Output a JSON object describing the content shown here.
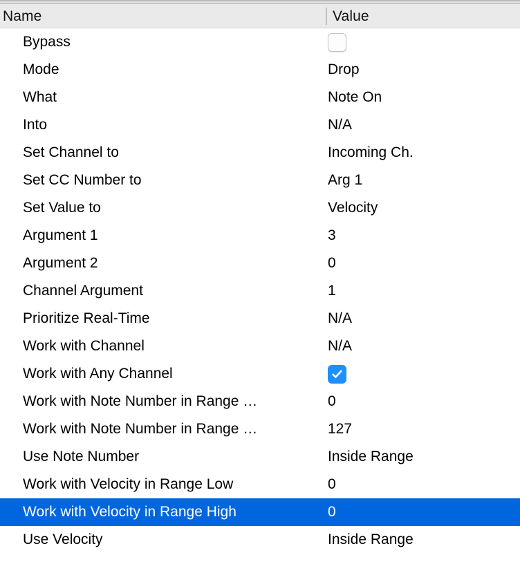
{
  "header": {
    "name_label": "Name",
    "value_label": "Value"
  },
  "colors": {
    "selection_blue": "#0066DE",
    "checkbox_blue": "#1E8FFF",
    "header_background": "#EAEAEA",
    "row_background": "#FFFFFF",
    "text": "#000000",
    "selected_text": "#FFFFFF"
  },
  "rows": [
    {
      "name": "Bypass",
      "value": "",
      "type": "checkbox",
      "checked": false,
      "selected": false
    },
    {
      "name": "Mode",
      "value": "Drop",
      "type": "text",
      "selected": false
    },
    {
      "name": "What",
      "value": "Note On",
      "type": "text",
      "selected": false
    },
    {
      "name": "Into",
      "value": "N/A",
      "type": "text",
      "selected": false
    },
    {
      "name": "Set Channel to",
      "value": "Incoming Ch.",
      "type": "text",
      "selected": false
    },
    {
      "name": "Set CC Number to",
      "value": "Arg 1",
      "type": "text",
      "selected": false
    },
    {
      "name": "Set Value to",
      "value": "Velocity",
      "type": "text",
      "selected": false
    },
    {
      "name": "Argument 1",
      "value": "3",
      "type": "text",
      "selected": false
    },
    {
      "name": "Argument 2",
      "value": "0",
      "type": "text",
      "selected": false
    },
    {
      "name": "Channel Argument",
      "value": "1",
      "type": "text",
      "selected": false
    },
    {
      "name": "Prioritize Real-Time",
      "value": "N/A",
      "type": "text",
      "selected": false
    },
    {
      "name": "Work with Channel",
      "value": "N/A",
      "type": "text",
      "selected": false
    },
    {
      "name": "Work with Any Channel",
      "value": "",
      "type": "checkbox",
      "checked": true,
      "selected": false
    },
    {
      "name": "Work with Note Number in Range …",
      "value": "0",
      "type": "text",
      "selected": false
    },
    {
      "name": "Work with Note Number in Range …",
      "value": "127",
      "type": "text",
      "selected": false
    },
    {
      "name": "Use Note Number",
      "value": "Inside Range",
      "type": "text",
      "selected": false
    },
    {
      "name": "Work with Velocity in Range Low",
      "value": "0",
      "type": "text",
      "selected": false
    },
    {
      "name": "Work with Velocity in Range High",
      "value": "0",
      "type": "text",
      "selected": true
    },
    {
      "name": "Use Velocity",
      "value": "Inside Range",
      "type": "text",
      "selected": false
    }
  ]
}
